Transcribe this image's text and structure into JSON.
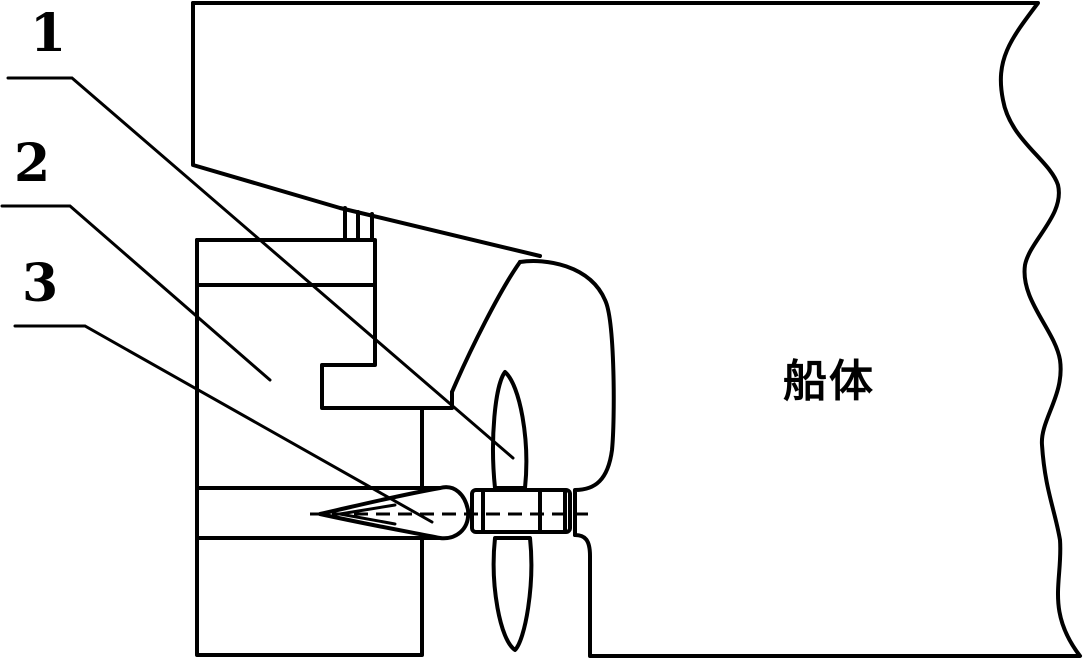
{
  "figure": {
    "type": "patent-drawing",
    "subject": "ship stern with propulsion unit"
  },
  "labels": [
    {
      "id": "1",
      "text": "1"
    },
    {
      "id": "2",
      "text": "2"
    },
    {
      "id": "3",
      "text": "3"
    }
  ],
  "hull": {
    "text": "船体"
  },
  "colors": {
    "line": "#000000",
    "background": "#ffffff"
  }
}
